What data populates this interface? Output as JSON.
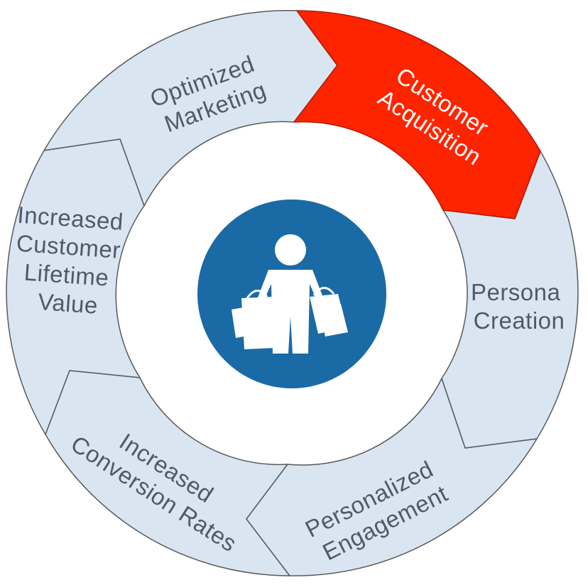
{
  "diagram": {
    "segments": [
      {
        "id": "customer-acquisition",
        "lines": [
          "Customer",
          "Acquisition"
        ],
        "highlighted": true
      },
      {
        "id": "persona-creation",
        "lines": [
          "Persona",
          "Creation"
        ],
        "highlighted": false
      },
      {
        "id": "personalized-engagement",
        "lines": [
          "Personalized",
          "Engagement"
        ],
        "highlighted": false
      },
      {
        "id": "increased-conversion-rates",
        "lines": [
          "Increased",
          "Conversion Rates"
        ],
        "highlighted": false
      },
      {
        "id": "increased-customer-lifetime-value",
        "lines": [
          "Increased",
          "Customer",
          "Lifetime",
          "Value"
        ],
        "highlighted": false
      },
      {
        "id": "optimized-marketing",
        "lines": [
          "Optimized",
          "Marketing"
        ],
        "highlighted": false
      }
    ],
    "center_icon": "shopper-with-bags-icon"
  },
  "colors": {
    "segment_fill": "#d9e6f2",
    "segment_stroke": "#58595b",
    "highlight_fill": "#ff2400",
    "highlight_stroke": "#b01a00",
    "label_text": "#4e5a6a",
    "highlight_text": "#ffffff",
    "center_circle": "#1a6aa6",
    "icon_fill": "#ffffff"
  }
}
